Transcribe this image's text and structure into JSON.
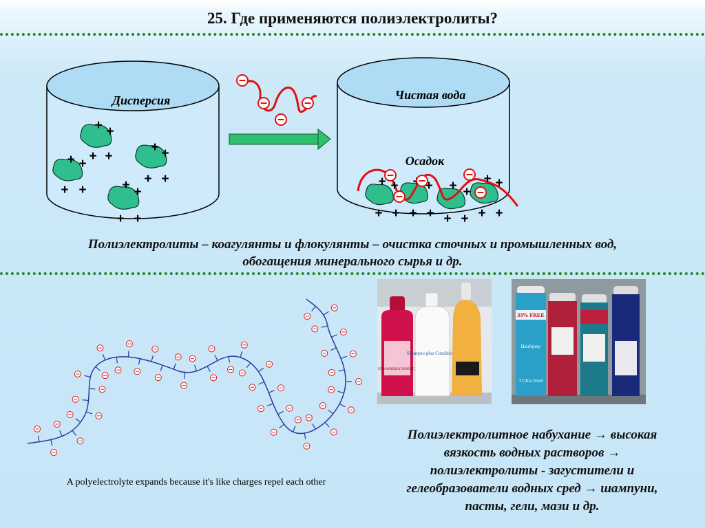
{
  "title": "25. Где применяются полиэлектролиты?",
  "diagram": {
    "left_container_label": "Дисперсия",
    "right_container_label": "Чистая вода",
    "sediment_label": "Осадок",
    "positive_sign": "+",
    "negative_sign": "⊖"
  },
  "caption_top_line1": "Полиэлектролиты – коагулянты и флокулянты – очистка сточных и промышленных вод,",
  "caption_top_line2": "обогащения минерального сырья и др.",
  "chain_caption": "A polyelectrolyte expands because it's like charges repel each other",
  "photo_left": {
    "bottle_label_1": "STRAWBERRY ESSENCE",
    "bottle_label_2": "Shampoo plus Conditioner"
  },
  "photo_right": {
    "can_badge": "33% FREE",
    "can_label_1": "HairSpray",
    "can_label_2": "3 Ultra Hold"
  },
  "swelling_text": {
    "line1_a": "Полиэлектролитное набухание ",
    "line1_b": " высокая",
    "line2_a": "вязкость  водных растворов ",
    "line3": "полиэлектролиты - загустители и",
    "line4_a": "гелеобразователи водных сред ",
    "line4_b": " шампуни,",
    "line5": "пасты, гели, мази и др."
  },
  "colors": {
    "particle": "#2fbf8f",
    "polymer": "#e01010",
    "arrow": "#2fbf6f",
    "divider": "#1e8a1e",
    "chain": "#2a3a9a",
    "chain_charge": "#d02020"
  }
}
